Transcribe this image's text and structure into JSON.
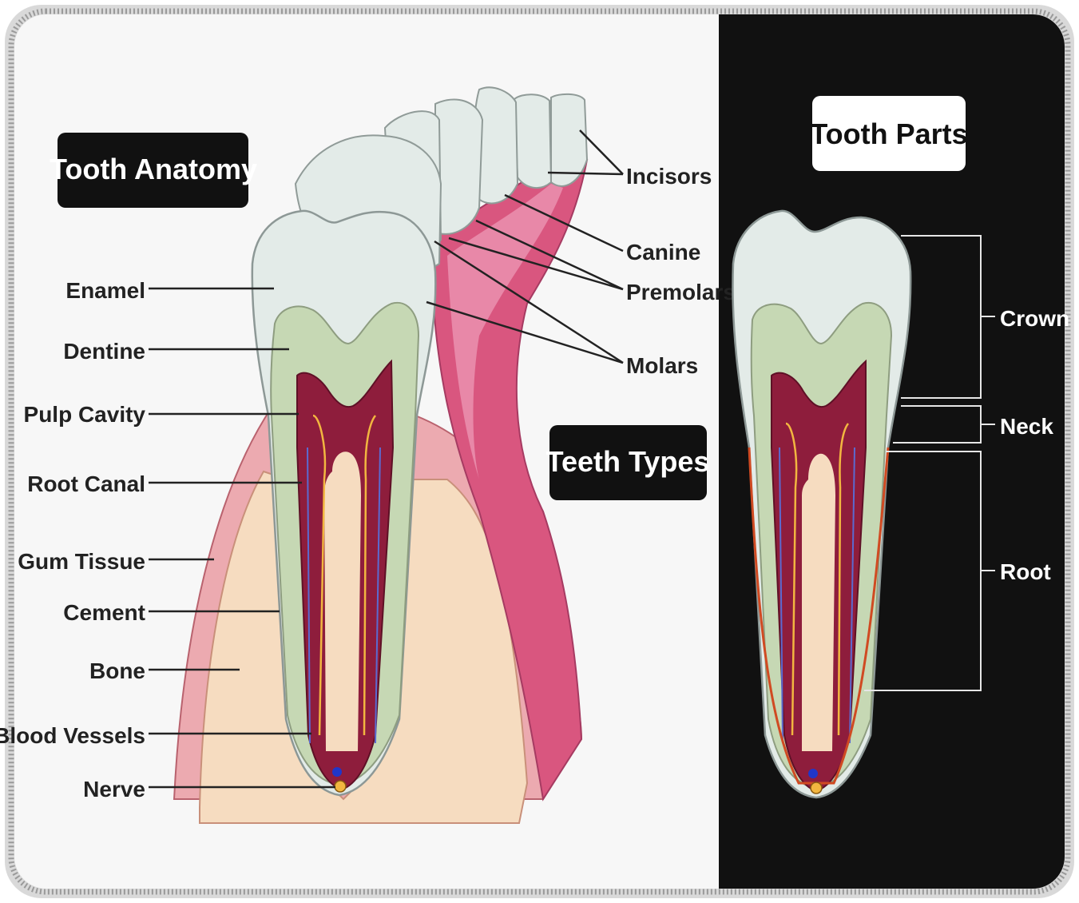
{
  "left_panel": {
    "title": "Tooth Anatomy",
    "anatomy_labels": [
      "Enamel",
      "Dentine",
      "Pulp Cavity",
      "Root Canal",
      "Gum Tissue",
      "Cement",
      "Bone",
      "Blood Vessels",
      "Nerve"
    ],
    "types_title": "Teeth Types",
    "type_labels": [
      "Incisors",
      "Canine",
      "Premolars",
      "Molars"
    ]
  },
  "right_panel": {
    "title": "Tooth Parts",
    "part_labels": [
      "Crown",
      "Neck",
      "Root"
    ]
  },
  "colors": {
    "enamel": "#e3ebe8",
    "dentine": "#c6d8b4",
    "pulp": "#8e1d3c",
    "gum": "#d9567f",
    "gum_light": "#ecaab0",
    "bone": "#f6dcc0",
    "dark_panel": "#111111",
    "stitch": "#9a9a9a"
  }
}
